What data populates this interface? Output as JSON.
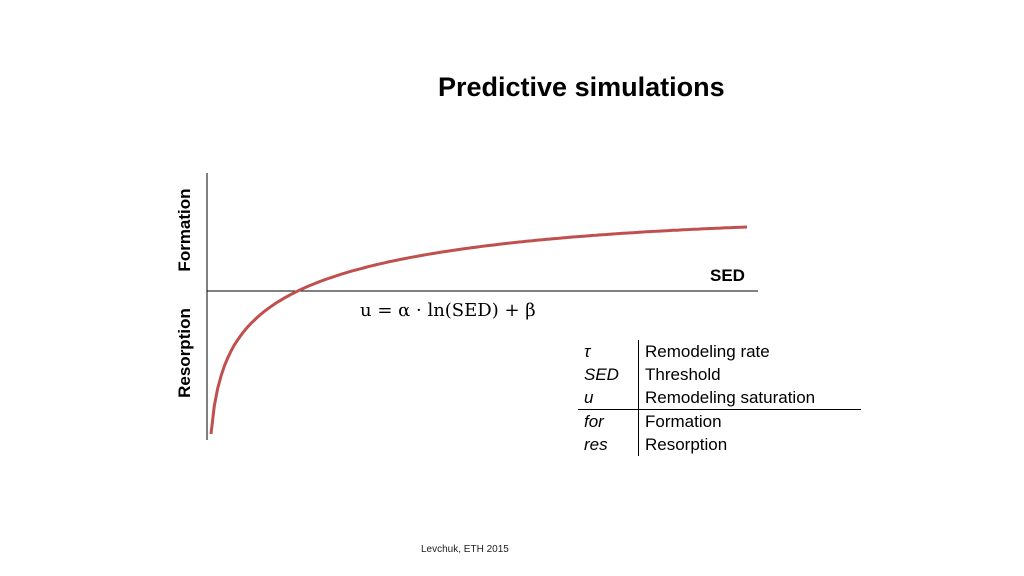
{
  "title": "Predictive simulations",
  "axes": {
    "y_positive_label": "Formation",
    "y_negative_label": "Resorption",
    "x_label": "SED"
  },
  "equation": "u = α · ln(SED) + β",
  "legend_rows": [
    {
      "symbol": "τ",
      "description": "Remodeling rate"
    },
    {
      "symbol": "SED",
      "description": "Threshold"
    },
    {
      "symbol": "u",
      "description": "Remodeling saturation"
    },
    {
      "symbol": "for",
      "description": "Formation"
    },
    {
      "symbol": "res",
      "description": "Resorption"
    }
  ],
  "footer": "Levchuk, ETH 2015",
  "colors": {
    "curve": "#c0504d",
    "axes": "#000000"
  }
}
